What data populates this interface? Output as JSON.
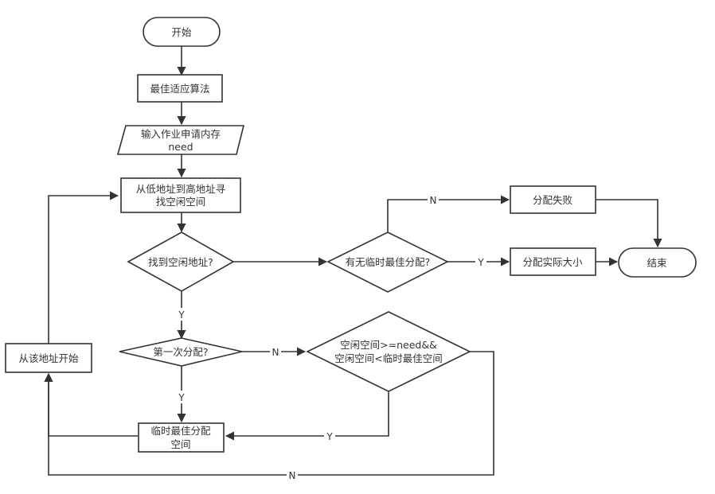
{
  "nodes": {
    "start": "开始",
    "best_fit": "最佳适应算法",
    "input_line1": "输入作业申请内存",
    "input_line2": "need",
    "search_line1": "从低地址到高地址寻",
    "search_line2": "找空闲空间",
    "found_free": "找到空闲地址?",
    "has_temp_best": "有无临时最佳分配?",
    "alloc_fail": "分配失败",
    "alloc_actual": "分配实际大小",
    "end": "结束",
    "first_alloc": "第一次分配?",
    "compare_line1": "空闲空间>=need&&",
    "compare_line2": "空闲空间<临时最佳空间",
    "temp_best_line1": "临时最佳分配",
    "temp_best_line2": "空间",
    "continue_from": "从该地址开始"
  },
  "edge_labels": {
    "yes": "Y",
    "no": "N"
  },
  "colors": {
    "stroke": "#333333",
    "fill": "#ffffff",
    "text": "#333333"
  }
}
